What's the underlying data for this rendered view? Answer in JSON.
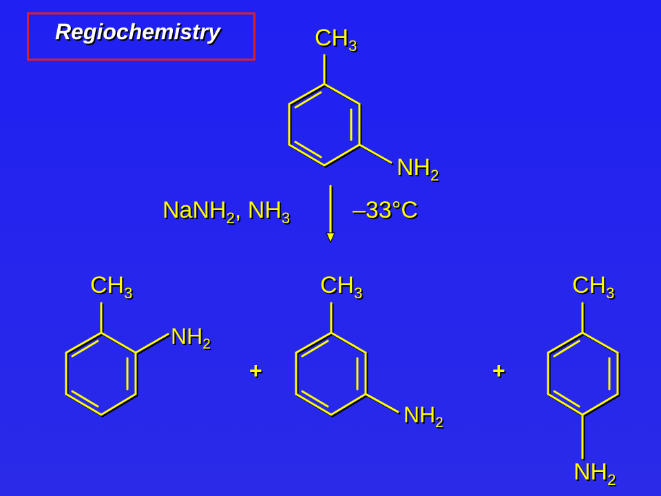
{
  "title": "Regiochemistry",
  "reactant": {
    "top_group": {
      "main": "CH",
      "sub": "3"
    },
    "side_group": {
      "main": "NH",
      "sub": "2"
    }
  },
  "conditions": {
    "reagent": {
      "part1": "NaNH",
      "sub1": "2",
      "part2": ", NH",
      "sub2": "3"
    },
    "temperature": "–33°C"
  },
  "products": [
    {
      "top_group": {
        "main": "CH",
        "sub": "3"
      },
      "side_group": {
        "main": "NH",
        "sub": "2"
      }
    },
    {
      "top_group": {
        "main": "CH",
        "sub": "3"
      },
      "side_group": {
        "main": "NH",
        "sub": "2"
      }
    },
    {
      "top_group": {
        "main": "CH",
        "sub": "3"
      },
      "side_group": {
        "main": "NH",
        "sub": "2"
      }
    }
  ],
  "plus_signs": [
    "+",
    "+"
  ],
  "colors": {
    "background": "#2222ee",
    "structure": "#ffff00",
    "title_text": "#ffffff",
    "title_border": "#e02020"
  }
}
